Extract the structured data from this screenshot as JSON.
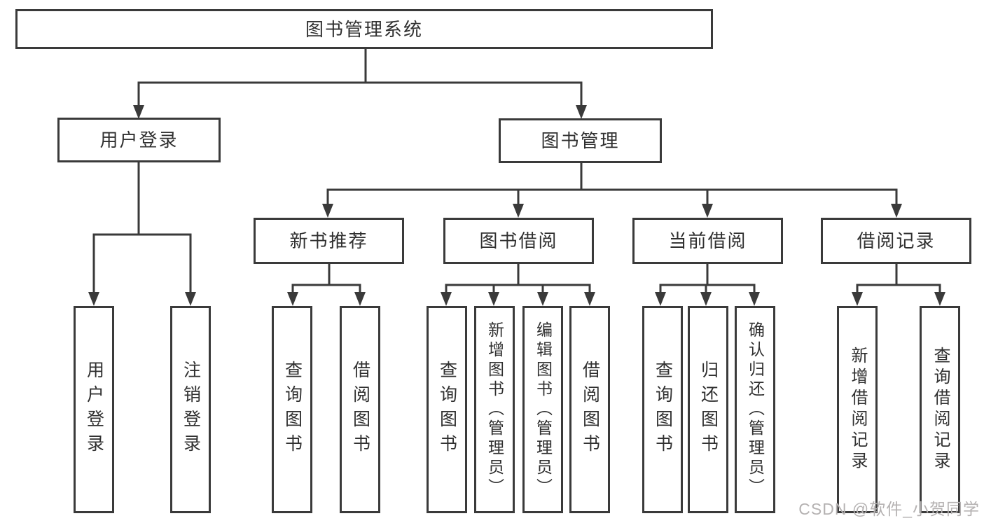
{
  "diagram_title": "图书管理系统",
  "nodes": [
    {
      "id": "root",
      "label": "图书管理系统",
      "parent": null
    },
    {
      "id": "user-login",
      "label": "用户登录",
      "parent": "root"
    },
    {
      "id": "book-management",
      "label": "图书管理",
      "parent": "root"
    },
    {
      "id": "new-book-recommend",
      "label": "新书推荐",
      "parent": "book-management"
    },
    {
      "id": "book-borrow",
      "label": "图书借阅",
      "parent": "book-management"
    },
    {
      "id": "current-borrow",
      "label": "当前借阅",
      "parent": "book-management"
    },
    {
      "id": "borrow-records",
      "label": "借阅记录",
      "parent": "book-management"
    },
    {
      "id": "leaf-user-login",
      "label": "用户登录",
      "parent": "user-login"
    },
    {
      "id": "leaf-logout",
      "label": "注销登录",
      "parent": "user-login"
    },
    {
      "id": "leaf-rec-query-book",
      "label": "查询图书",
      "parent": "new-book-recommend"
    },
    {
      "id": "leaf-rec-borrow-book",
      "label": "借阅图书",
      "parent": "new-book-recommend"
    },
    {
      "id": "leaf-bb-query-book",
      "label": "查询图书",
      "parent": "book-borrow"
    },
    {
      "id": "leaf-bb-add-book",
      "label": "新增图书（管理员）",
      "parent": "book-borrow"
    },
    {
      "id": "leaf-bb-edit-book",
      "label": "编辑图书（管理员）",
      "parent": "book-borrow"
    },
    {
      "id": "leaf-bb-borrow-book",
      "label": "借阅图书",
      "parent": "book-borrow"
    },
    {
      "id": "leaf-cb-query-book",
      "label": "查询图书",
      "parent": "current-borrow"
    },
    {
      "id": "leaf-cb-return-book",
      "label": "归还图书",
      "parent": "current-borrow"
    },
    {
      "id": "leaf-cb-confirm-return",
      "label": "确认归还（管理员）",
      "parent": "current-borrow"
    },
    {
      "id": "leaf-br-add-record",
      "label": "新增借阅记录",
      "parent": "borrow-records"
    },
    {
      "id": "leaf-br-query-record",
      "label": "查询借阅记录",
      "parent": "borrow-records"
    }
  ],
  "watermark": "CSDN @软件_小贺同学",
  "colors": {
    "line": "#3a3a3a",
    "text": "#303030",
    "watermark": "#b5b2b2",
    "background": "#ffffff"
  }
}
